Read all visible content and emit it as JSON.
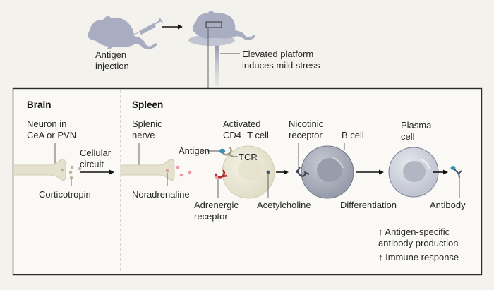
{
  "top": {
    "injection_label_line1": "Antigen",
    "injection_label_line2": "injection",
    "platform_label_line1": "Elevated platform",
    "platform_label_line2": "induces mild stress"
  },
  "panel": {
    "brain": {
      "heading": "Brain",
      "neuron_label_line1": "Neuron in",
      "neuron_label_line2": "CeA or PVN",
      "circuit_label_line1": "Cellular",
      "circuit_label_line2": "circuit",
      "corticotropin_label": "Corticotropin"
    },
    "spleen": {
      "heading": "Spleen",
      "nerve_label_line1": "Splenic",
      "nerve_label_line2": "nerve",
      "noradrenaline_label": "Noradrenaline",
      "tcell_label_line1": "Activated",
      "tcell_label_line2": "CD4",
      "tcell_label_sup": "+",
      "tcell_label_rest": " T cell",
      "antigen_label": "Antigen",
      "tcr_label": "TCR",
      "adrenergic_label_line1": "Adrenergic",
      "adrenergic_label_line2": "receptor",
      "acetylcholine_label": "Acetylcholine",
      "nicotinic_label_line1": "Nicotinic",
      "nicotinic_label_line2": "receptor",
      "bcell_label": "B cell",
      "differentiation_label": "Differentiation",
      "plasma_label_line1": "Plasma",
      "plasma_label_line2": "cell",
      "antibody_label": "Antibody"
    },
    "outcomes": {
      "line1": "↑ Antigen-specific",
      "line2": "antibody production",
      "line3": "↑ Immune response"
    }
  },
  "colors": {
    "background": "#f4f2ec",
    "panel_bg": "#faf9f6",
    "mouse": "#a9adc1",
    "nerve": "#e4e1cc",
    "nerve_outline": "#c9c5ab",
    "corticotropin_dot": "#b9b59c",
    "noradrenaline_dot": "#e39aa0",
    "tcell": "#e9e6d3",
    "bcell": "#a6aab6",
    "plasma_cell": "#c9ccd6",
    "antigen": "#3a8fb5",
    "adrenergic_receptor": "#b82a32",
    "acetylcholine": "#4a5568"
  }
}
